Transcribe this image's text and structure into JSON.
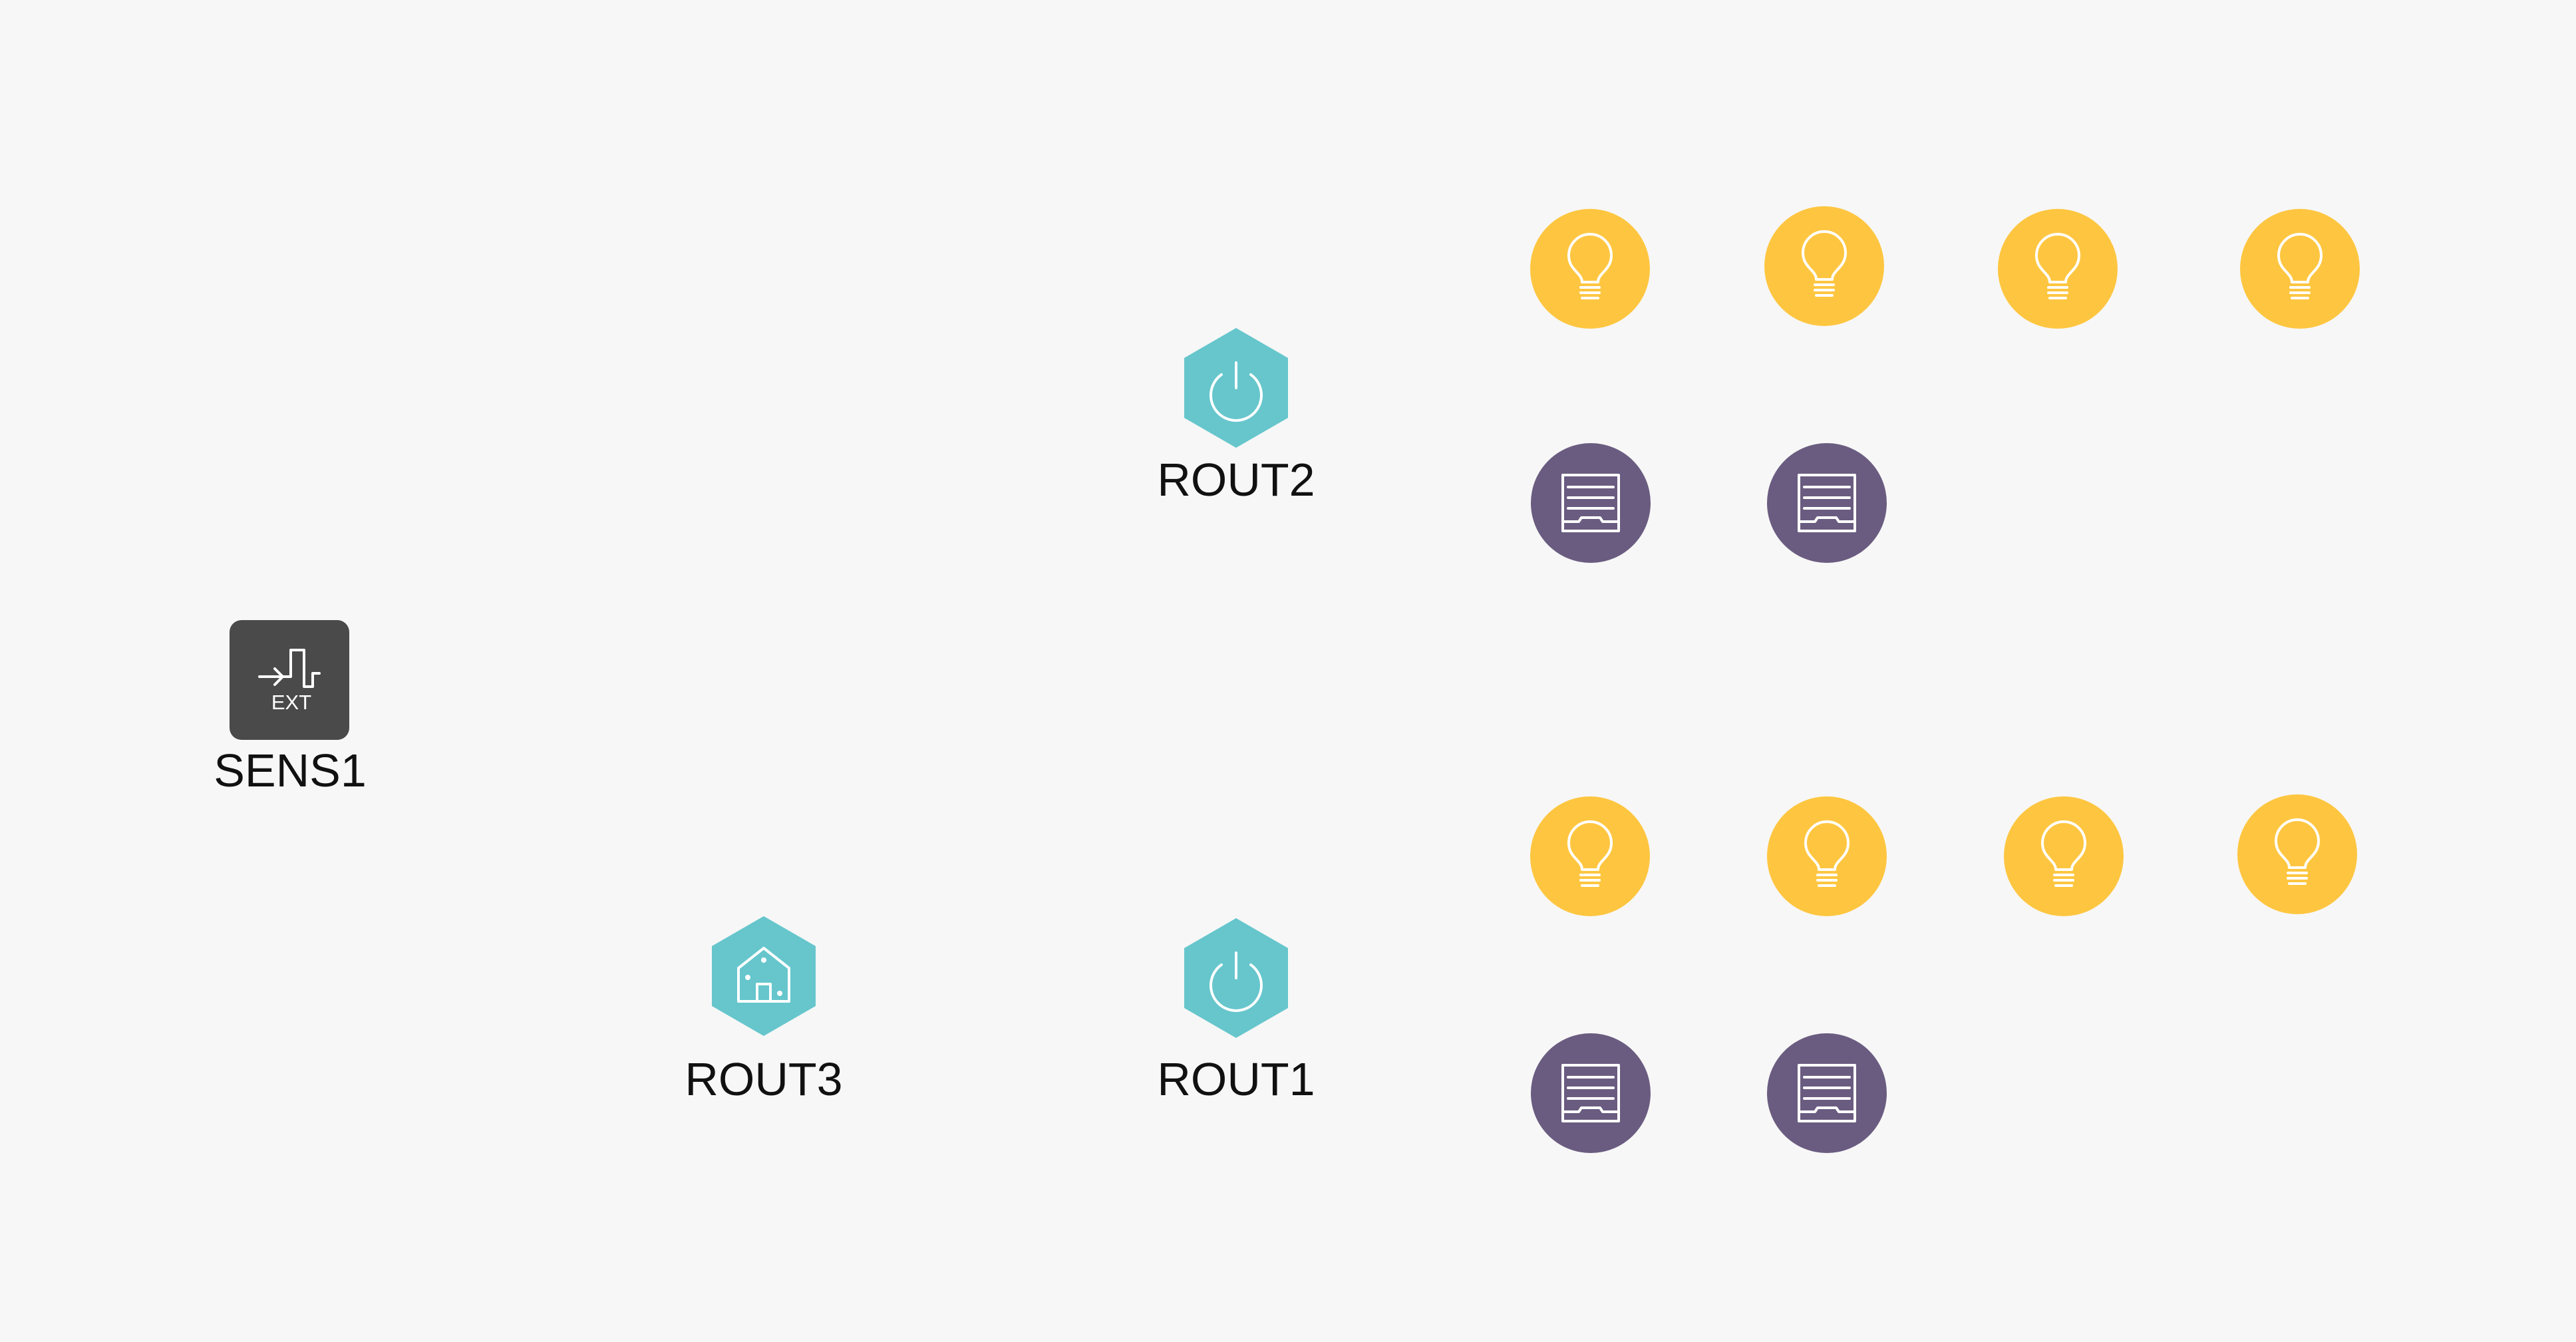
{
  "nodes": {
    "sensor": {
      "label": "SENS1",
      "badge": "EXT",
      "icon": "input-pulse-icon"
    },
    "rout2": {
      "label": "ROUT2",
      "icon": "power-icon"
    },
    "rout3": {
      "label": "ROUT3",
      "icon": "house-icon"
    },
    "rout1": {
      "label": "ROUT1",
      "icon": "power-icon"
    }
  },
  "device_groups": {
    "upper": {
      "lights": 4,
      "blinds": 2
    },
    "lower": {
      "lights": 4,
      "blinds": 2
    }
  },
  "colors": {
    "background": "#f7f7f7",
    "sensor": "#4a4a4a",
    "router": "#66c6cc",
    "light": "#fec640",
    "blind": "#6a5c80"
  }
}
